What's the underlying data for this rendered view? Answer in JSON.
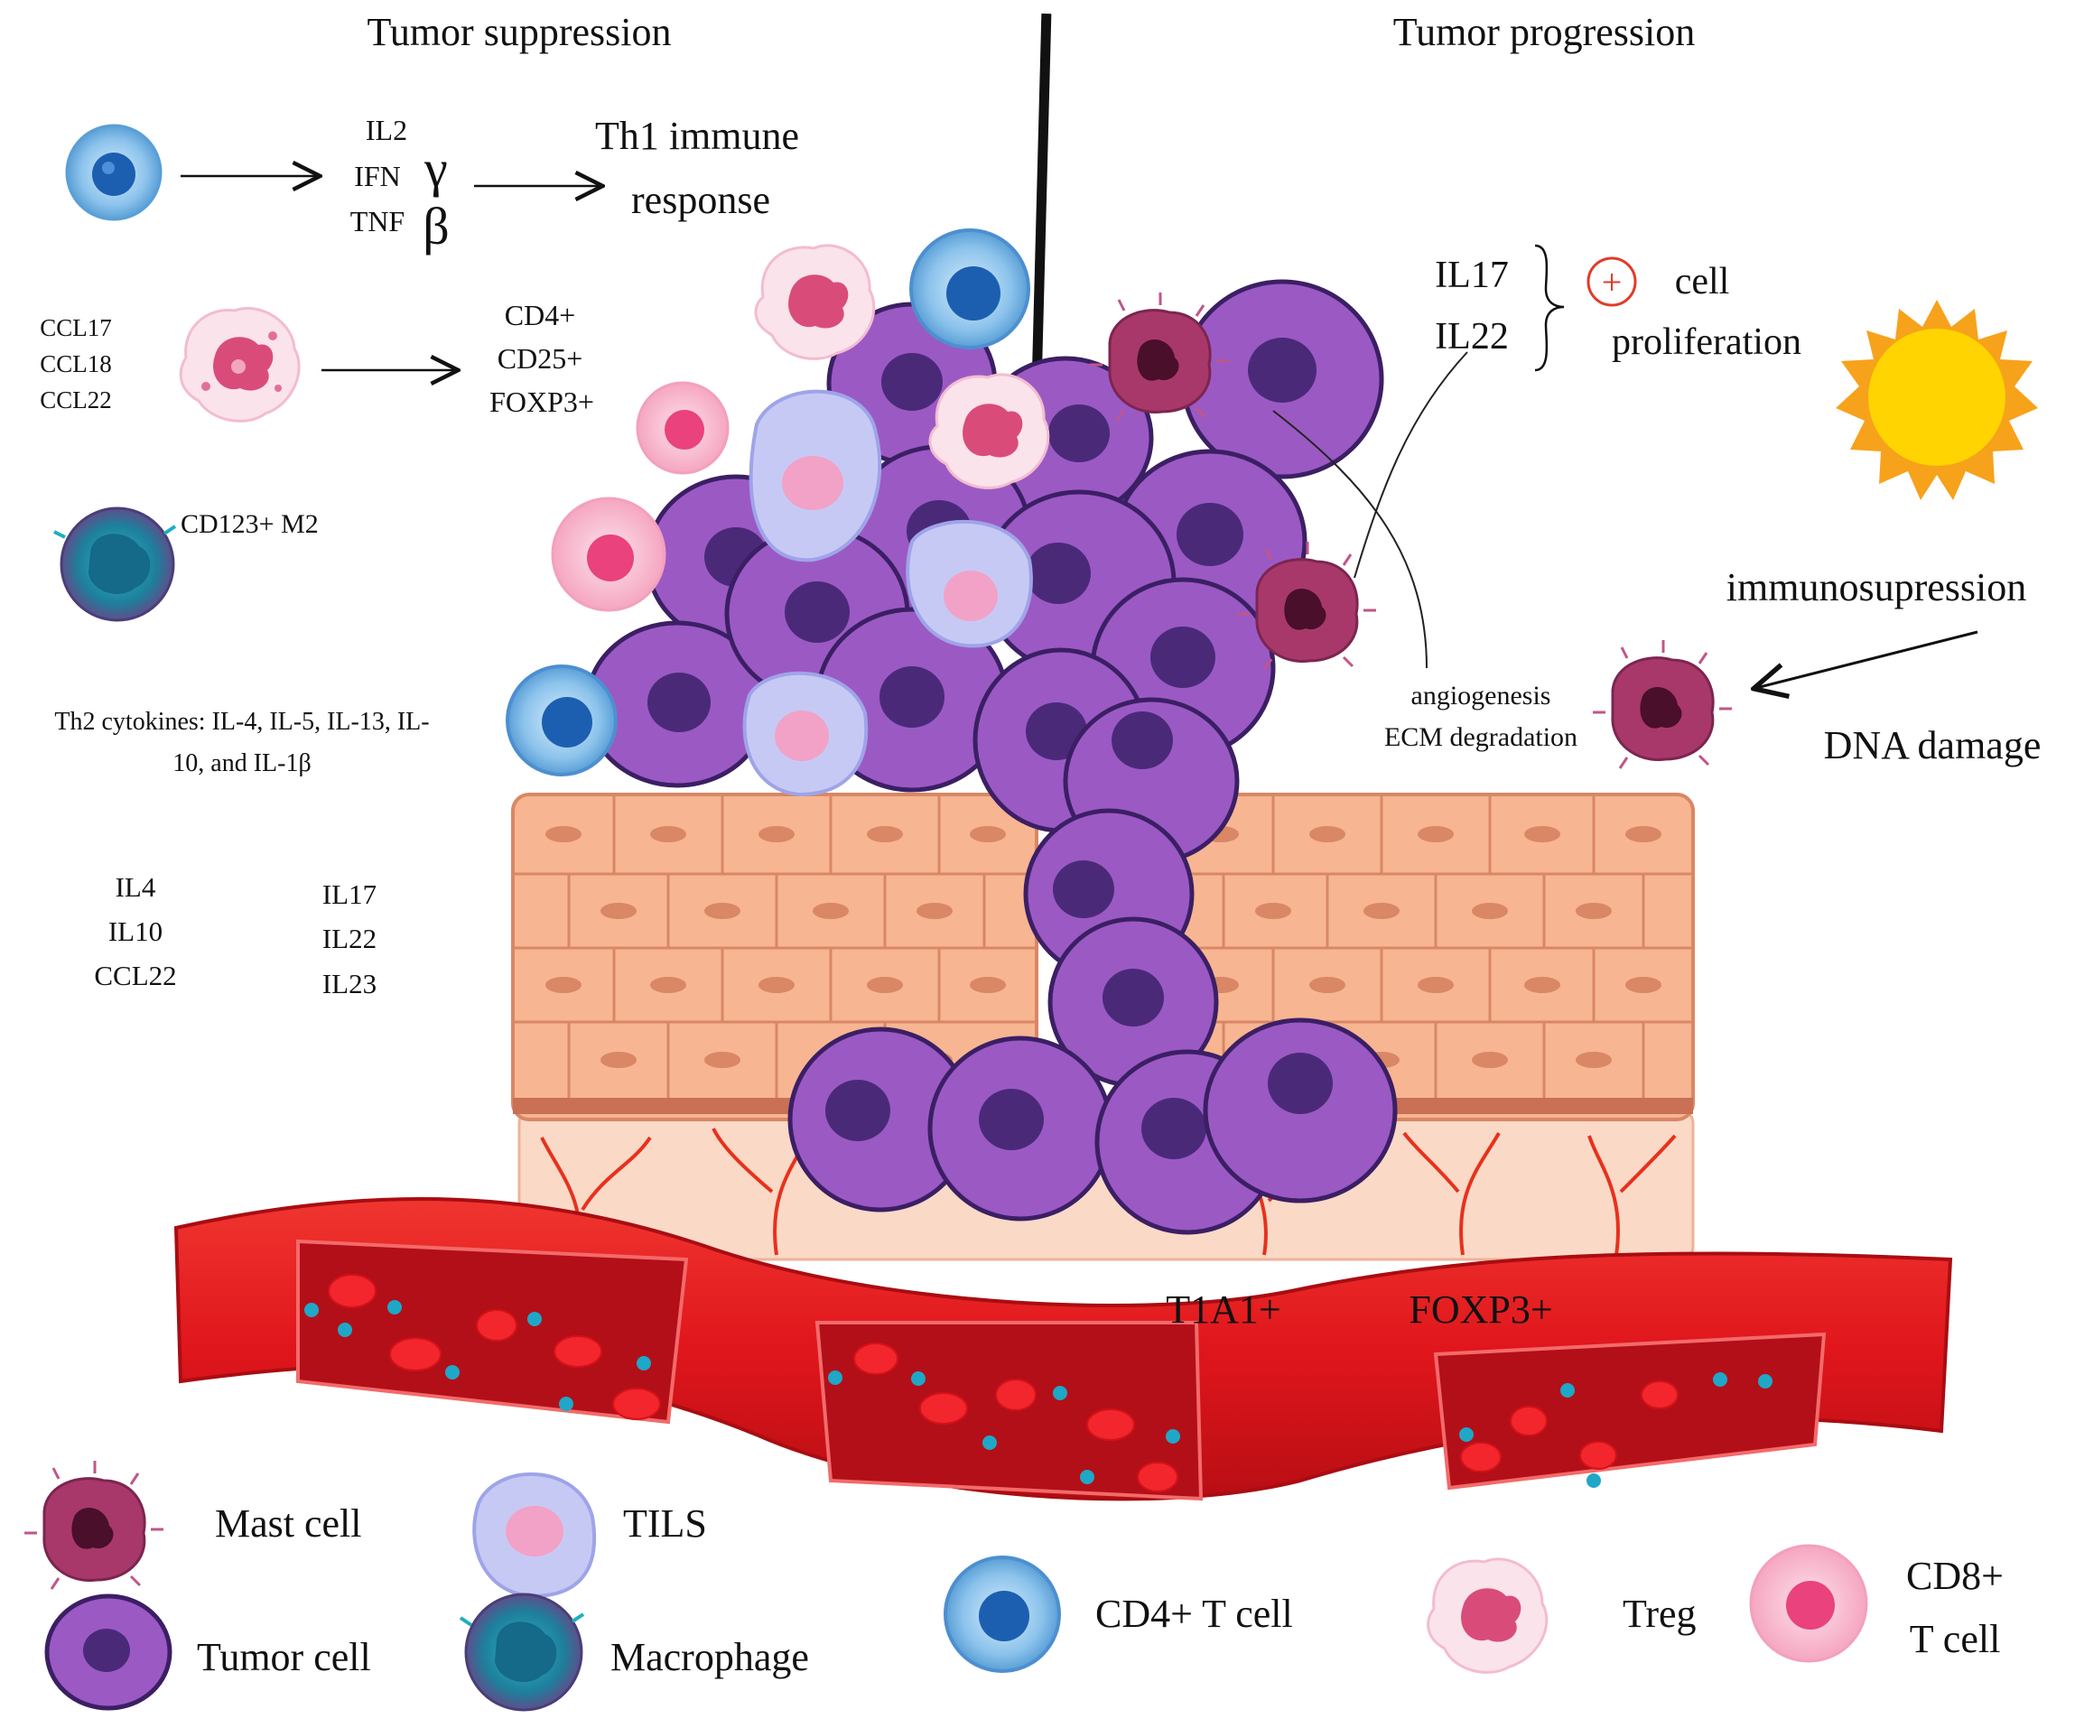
{
  "headings": {
    "suppression": "Tumor suppression",
    "progression": "Tumor progression"
  },
  "suppression": {
    "cytokines_th1": [
      "IL2",
      "IFN",
      "TNF"
    ],
    "greek_gamma": "γ",
    "greek_beta": "β",
    "th1_line1": "Th1 immune",
    "th1_line2": "response",
    "chemokines": [
      "CCL17",
      "CCL18",
      "CCL22"
    ],
    "treg_markers": [
      "CD4+",
      "CD25+",
      "FOXP3+"
    ],
    "macrophage_label": "CD123+ M2",
    "th2_line1": "Th2 cytokines: IL-4, IL-5, IL-13, IL-",
    "th2_line2": "10, and IL-1β",
    "list_a": [
      "IL4",
      "IL10",
      "CCL22"
    ],
    "list_b": [
      "IL17",
      "IL22",
      "IL23"
    ]
  },
  "progression": {
    "il17": "IL17",
    "il22": "IL22",
    "plus": "+",
    "cell": "cell",
    "proliferation": "proliferation",
    "immunosupression": "immunosupression",
    "angiogenesis": "angiogenesis",
    "ecm": "ECM degradation",
    "dna_damage": "DNA damage",
    "t1a1": "T1A1+",
    "foxp3": "FOXP3+"
  },
  "legend": {
    "mast_cell": "Mast cell",
    "tils": "TILS",
    "tumor_cell": "Tumor cell",
    "macrophage": "Macrophage",
    "cd4": "CD4+ T cell",
    "treg": "Treg",
    "cd8_line1": "CD8+",
    "cd8_line2": "T cell"
  },
  "colors": {
    "tumor": "#9b59c4",
    "tumor_nucleus": "#4a2a78",
    "cd4": "#7ab8e8",
    "mast": "#a8386a",
    "skin": "#f5b08a",
    "vessel": "#e0161c",
    "sun": "#ffd400"
  }
}
